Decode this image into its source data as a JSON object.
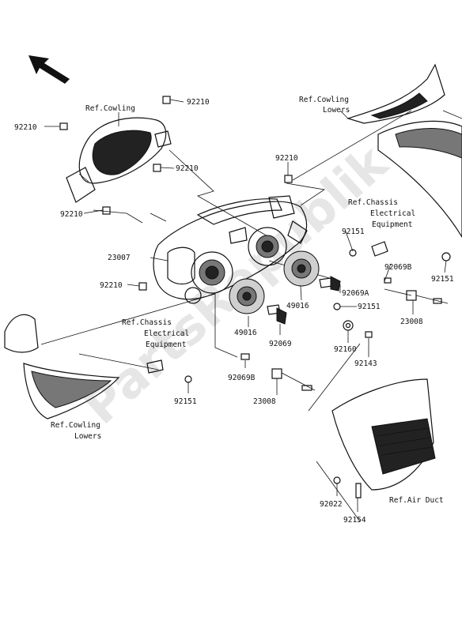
{
  "watermark": "PartsRepublik",
  "labels": {
    "p92210_a": "92210",
    "p92210_b": "92210",
    "p92210_c": "92210",
    "p92210_d": "92210",
    "p92210_e": "92210",
    "p92210_f": "92210",
    "ref_cowling_top": "Ref.Cowling",
    "ref_cowling_lowers_top_1": "Ref.Cowling",
    "ref_cowling_lowers_top_2": "Lowers",
    "ref_chassis_right_1": "Ref.Chassis",
    "ref_chassis_right_2": "Electrical",
    "ref_chassis_right_3": "Equipment",
    "ref_chassis_left_1": "Ref.Chassis",
    "ref_chassis_left_2": "Electrical",
    "ref_chassis_left_3": "Equipment",
    "ref_cowling_lowers_bottom_1": "Ref.Cowling",
    "ref_cowling_lowers_bottom_2": "Lowers",
    "ref_air_duct": "Ref.Air Duct",
    "p23007": "23007",
    "p92151_a": "92151",
    "p92151_b": "92151",
    "p92151_c": "92151",
    "p92151_d": "92151",
    "p92069b_a": "92069B",
    "p92069b_b": "92069B",
    "p92069a": "92069A",
    "p49016_a": "49016",
    "p49016_b": "49016",
    "p23008_a": "23008",
    "p23008_b": "23008",
    "p92069": "92069",
    "p92160": "92160",
    "p92143": "92143",
    "p92022": "92022",
    "p92154": "92154"
  }
}
